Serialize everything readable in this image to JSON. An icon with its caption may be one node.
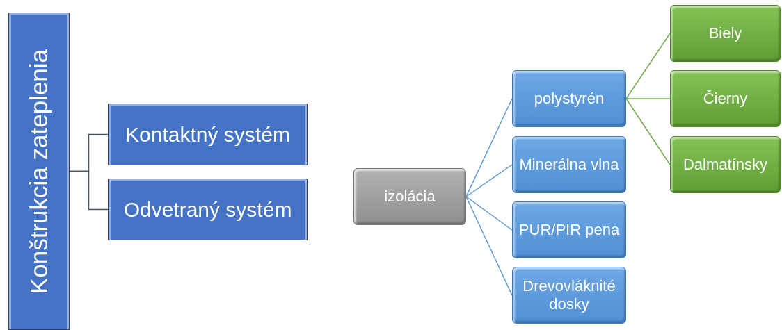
{
  "diagram": {
    "nodes": [
      {
        "text": [
          "Konštrukcia zateplenia"
        ]
      },
      {
        "text": [
          "Kontaktný systém"
        ]
      },
      {
        "text": [
          "Odvetraný systém"
        ]
      },
      {
        "text": [
          "izolácia"
        ]
      },
      {
        "text": [
          "polystyrén"
        ]
      },
      {
        "text": [
          "Minerálna vlna"
        ]
      },
      {
        "text": [
          "PUR/PIR pena"
        ]
      },
      {
        "text": [
          "Drevovláknité dosky"
        ]
      },
      {
        "text": [
          "Biely"
        ]
      },
      {
        "text": [
          "Čierny"
        ]
      },
      {
        "text": [
          "Dalmatínsky"
        ]
      }
    ],
    "edges": [
      {
        "from": 0,
        "to": 1,
        "arrow": "none",
        "color": "#44546a"
      },
      {
        "from": 0,
        "to": 2,
        "arrow": "none",
        "color": "#44546a"
      },
      {
        "from": 3,
        "to": 4,
        "arrow": "none"
      },
      {
        "from": 3,
        "to": 5,
        "arrow": "none"
      },
      {
        "from": 3,
        "to": 6,
        "arrow": "none"
      },
      {
        "from": 3,
        "to": 7,
        "arrow": "none"
      },
      {
        "from": 4,
        "to": 8,
        "arrow": "none",
        "color": "#70ad47"
      },
      {
        "from": 4,
        "to": 9,
        "arrow": "none",
        "color": "#70ad47"
      },
      {
        "from": 4,
        "to": 10,
        "arrow": "none",
        "color": "#70ad47"
      }
    ]
  }
}
